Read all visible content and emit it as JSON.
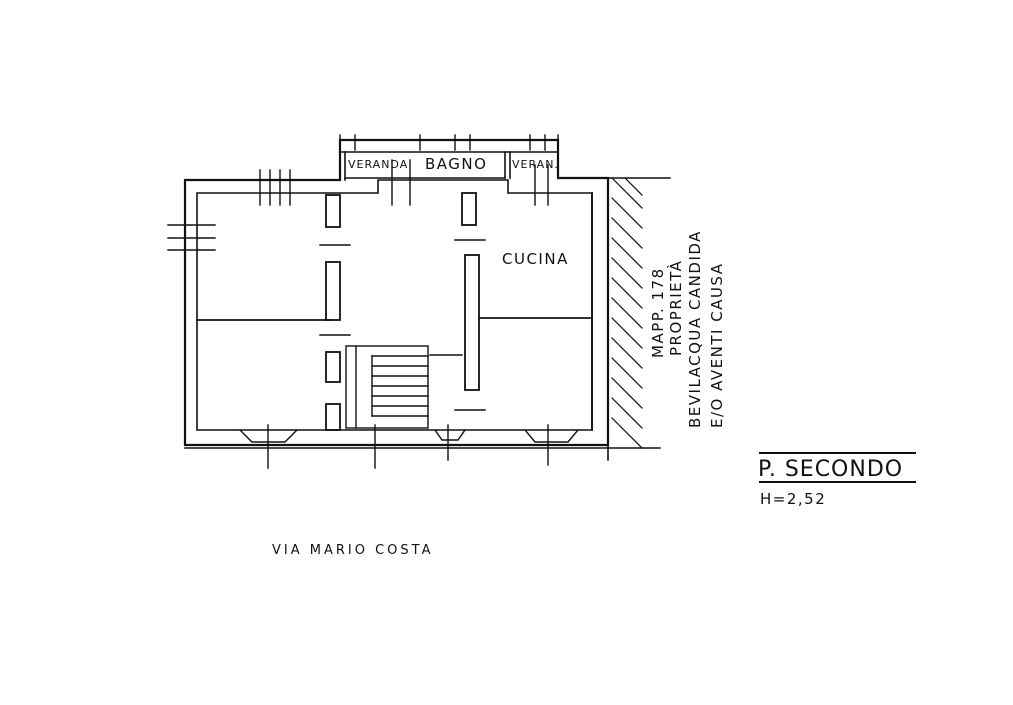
{
  "rooms": {
    "veranda_left": "VERANDA",
    "bagno": "BAGNO",
    "veranda_right": "VERAN.",
    "cucina": "CUCINA"
  },
  "neighbor": {
    "mapp": "MAPP. 178",
    "proprieta": "PROPRIETÀ",
    "owner": "BEVILACQUA CANDIDA",
    "aventi": "E/O AVENTI CAUSA"
  },
  "floor": {
    "title": "P. SECONDO",
    "height": "H=2,52"
  },
  "street": "VIA MARIO COSTA"
}
